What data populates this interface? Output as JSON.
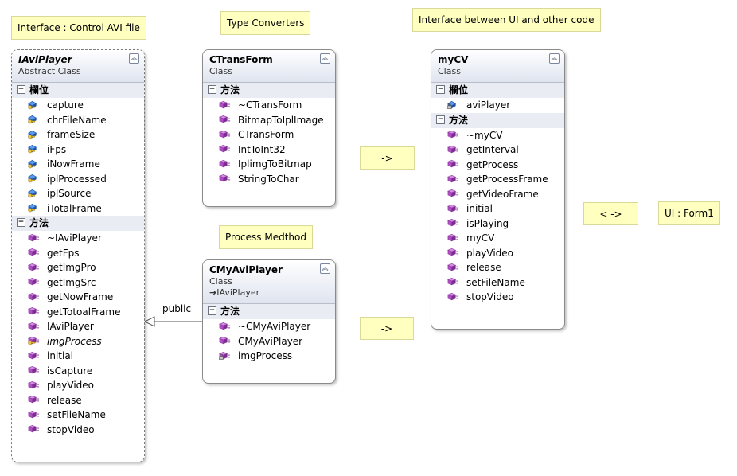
{
  "notes": {
    "interface_avi": "Interface : Control AVI file",
    "type_converters": "Type Converters",
    "interface_ui": "Interface between UI and other code",
    "process_method": "Process Medthod",
    "ui_form": "UI : Form1"
  },
  "arrows": {
    "a1": "->",
    "a2": "->",
    "a3": "< ->"
  },
  "relation_label": "public",
  "classes": {
    "iaviplayer": {
      "name": "IAviPlayer",
      "kind": "Abstract Class",
      "fields_label": "欄位",
      "fields": [
        "capture",
        "chrFileName",
        "frameSize",
        "iFps",
        "iNowFrame",
        "iplProcessed",
        "iplSource",
        "iTotalFrame"
      ],
      "methods_label": "方法",
      "methods": [
        "~IAviPlayer",
        "getFps",
        "getImgPro",
        "getImgSrc",
        "getNowFrame",
        "getTotoalFrame",
        "IAviPlayer",
        "imgProcess",
        "initial",
        "isCapture",
        "playVideo",
        "release",
        "setFileName",
        "stopVideo"
      ]
    },
    "ctransform": {
      "name": "CTransForm",
      "kind": "Class",
      "methods_label": "方法",
      "methods": [
        "~CTransForm",
        "BitmapToIplImage",
        "CTransForm",
        "IntToInt32",
        "IplimgToBitmap",
        "StringToChar"
      ]
    },
    "cmyaviplayer": {
      "name": "CMyAviPlayer",
      "kind": "Class",
      "base": "IAviPlayer",
      "methods_label": "方法",
      "methods": [
        "~CMyAviPlayer",
        "CMyAviPlayer",
        "imgProcess"
      ]
    },
    "mycv": {
      "name": "myCV",
      "kind": "Class",
      "fields_label": "欄位",
      "fields": [
        "aviPlayer"
      ],
      "methods_label": "方法",
      "methods": [
        "~myCV",
        "getInterval",
        "getProcess",
        "getProcessFrame",
        "getVideoFrame",
        "initial",
        "isPlaying",
        "myCV",
        "playVideo",
        "release",
        "setFileName",
        "stopVideo"
      ]
    }
  },
  "colors": {
    "note_bg": "#ffffc0",
    "method_icon": "#b04ec4",
    "field_icon": "#2f6fd6",
    "key_icon": "#e0b020"
  }
}
